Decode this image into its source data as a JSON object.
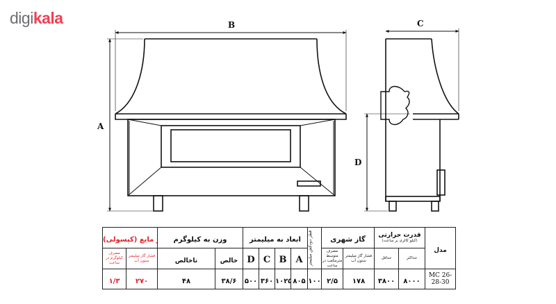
{
  "logo": {
    "prefix": "digi",
    "suffix": "kala"
  },
  "dimension_labels": {
    "a": "A",
    "b": "B",
    "c": "C",
    "d": "D"
  },
  "table": {
    "model_header": "مدل",
    "power": {
      "title": "قدرت حرارتی",
      "subtitle": "(کیلو کالری بر ساعت)",
      "max_label": "حداکثر",
      "min_label": "حداقل",
      "max_value": "۸۰۰۰",
      "min_value": "۳۸۰۰"
    },
    "city_gas": {
      "title": "گاز شهری",
      "pressure_label": "فشار گاز میلیمتر ستون آب",
      "consumption_label": "مصرف متوسط مترمکعب در ساعت",
      "pressure_value": "۱۷۸",
      "consumption_value": "۲/۵"
    },
    "flue": {
      "label": "قطر دودکش میلیمتر",
      "value": "۱۰۰"
    },
    "dimensions": {
      "title": "ابعاد به میلیمتر",
      "letters": [
        "D",
        "C",
        "B",
        "A"
      ],
      "values": [
        "۵۰۰",
        "۳۶۰",
        "۱۰۲۵",
        "۸۰۵"
      ]
    },
    "weight": {
      "title": "وزن به کیلوگرم",
      "net_label": "خالص",
      "gross_label": "ناخالص",
      "net_value": "۳۸/۶",
      "gross_value": "۴۸"
    },
    "lpg": {
      "title": "گاز مایع (کپسولی)",
      "pressure_label": "فشار گاز میلیمتر ستون آب",
      "consumption_label": "مصرف کیلوگرم در ساعت",
      "pressure_value": "۲۷۰",
      "consumption_value": "۱/۳"
    },
    "model_value": "MC 26-28-30"
  },
  "colors": {
    "accent_red": "#e0202a",
    "logo_gray": "#6d6e71",
    "logo_red": "#ef3f55"
  }
}
